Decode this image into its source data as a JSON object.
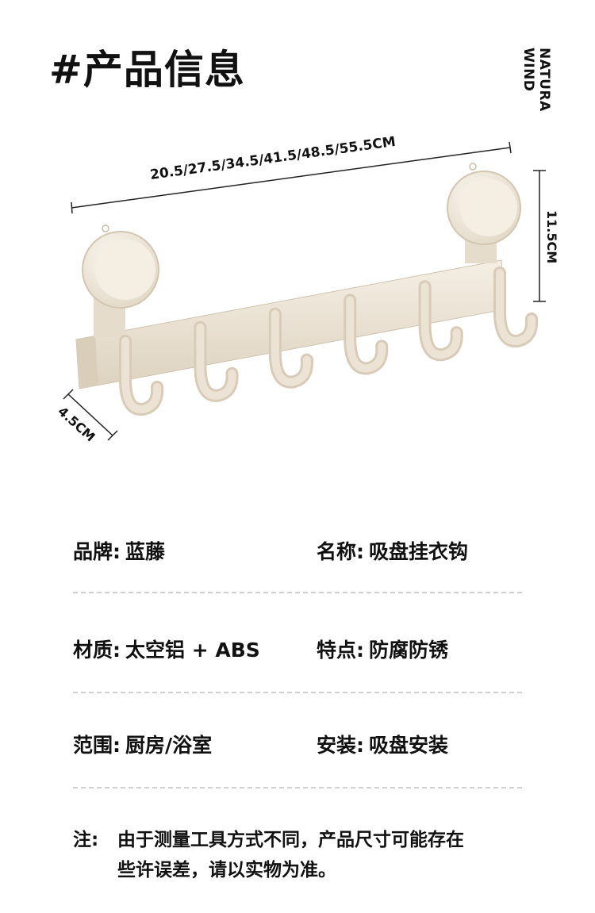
{
  "header": {
    "title": "#产品信息",
    "brand_line1": "NATURA",
    "brand_line2": "WIND"
  },
  "figure": {
    "length_label": "20.5/27.5/34.5/41.5/48.5/55.5CM",
    "height_label": "11.5CM",
    "depth_label": "4.5CM",
    "hook_count": 6,
    "product_color": "#ece3d4",
    "product_shade": "#d8ccb8"
  },
  "specs": [
    {
      "left_label": "品牌:",
      "left_value": "蓝藤",
      "right_label": "名称:",
      "right_value": "吸盘挂衣钩"
    },
    {
      "left_label": "材质:",
      "left_value": "太空铝 + ABS",
      "right_label": "特点:",
      "right_value": "防腐防锈"
    },
    {
      "left_label": "范围:",
      "left_value": "厨房/浴室",
      "right_label": "安装:",
      "right_value": "吸盘安装"
    }
  ],
  "note": {
    "label": "注:",
    "line1": "由于测量工具方式不同，产品尺寸可能存在",
    "line2": "些许误差，请以实物为准。"
  }
}
